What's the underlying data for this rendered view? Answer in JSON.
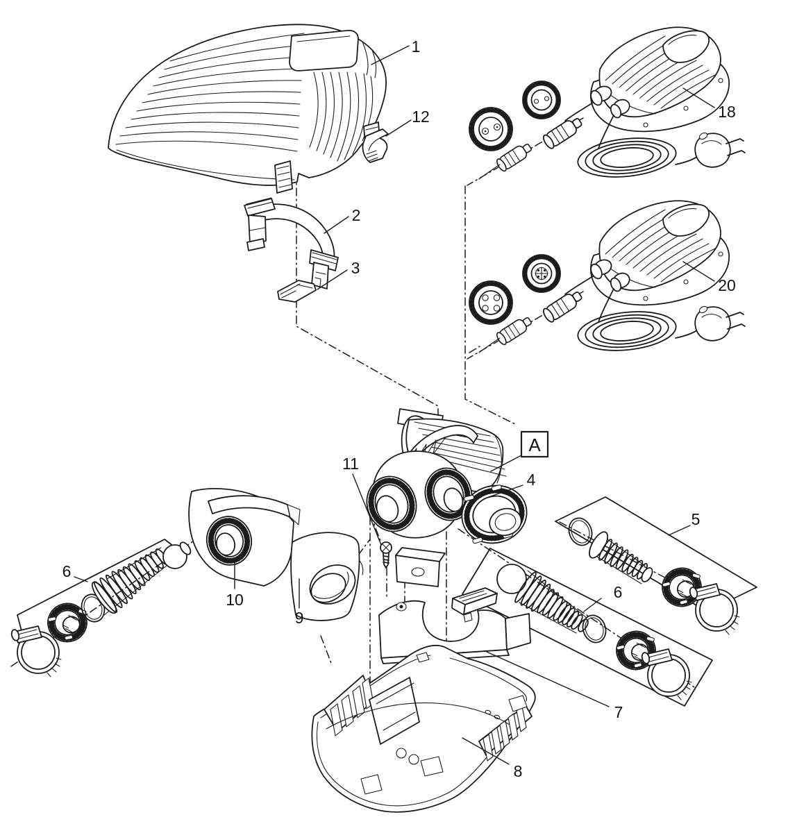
{
  "figure": {
    "kind": "exploded-parts-diagram",
    "background": "#ffffff",
    "line_color": "#1b1b1b"
  },
  "labels": {
    "part_1": "1",
    "part_2": "2",
    "part_3": "3",
    "part_4": "4",
    "part_5": "5",
    "part_6_left": "6",
    "part_6_right": "6",
    "part_7": "7",
    "part_8": "8",
    "part_9": "9",
    "part_10": "10",
    "part_11": "11",
    "part_12": "12",
    "part_18": "18",
    "part_20": "20",
    "ref_a": "A"
  }
}
